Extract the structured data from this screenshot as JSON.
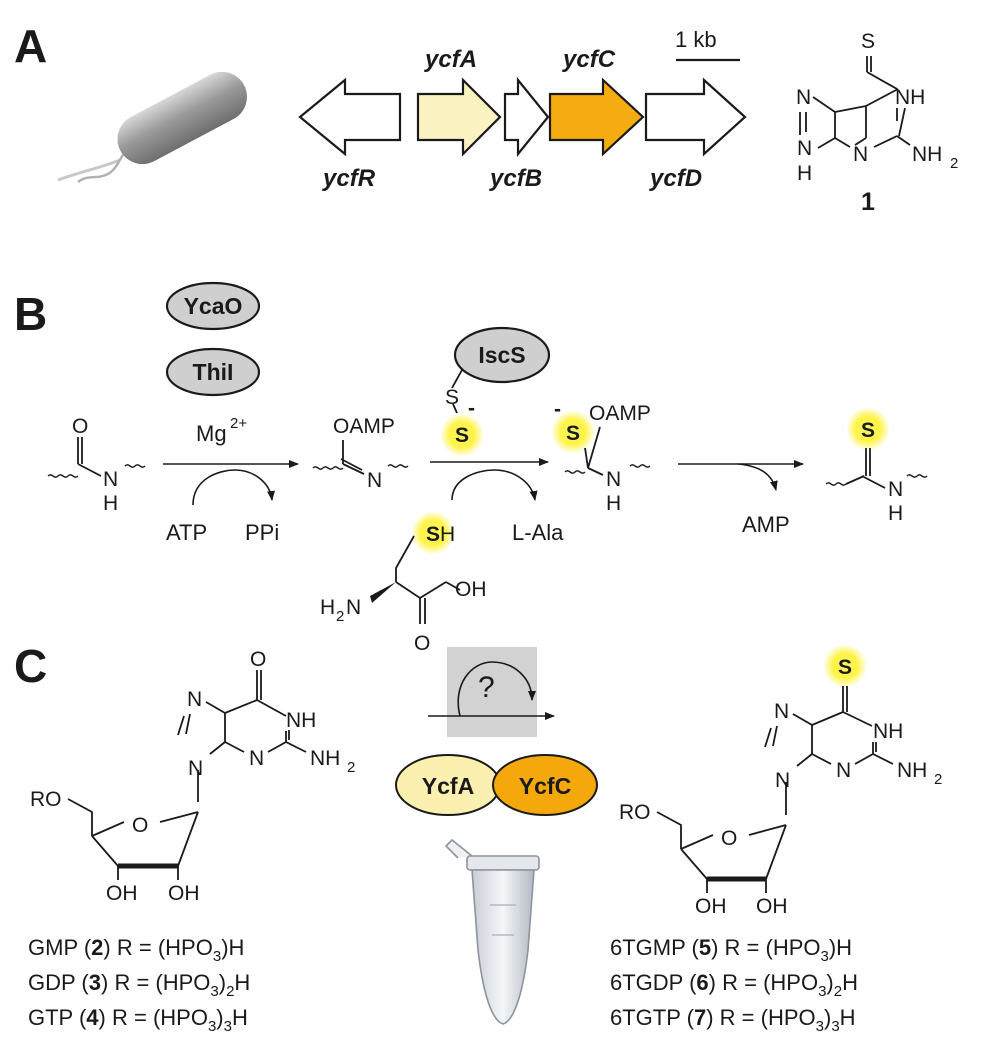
{
  "panels": {
    "a": "A",
    "b": "B",
    "c": "C"
  },
  "genes": {
    "ycfR": "ycfR",
    "ycfA": "ycfA",
    "ycfB": "ycfB",
    "ycfC": "ycfC",
    "ycfD": "ycfD",
    "scale_bar": "1 kb"
  },
  "gene_colors": {
    "ycfR": "#ffffff",
    "ycfA": "#fbf4c2",
    "ycfB": "#ffffff",
    "ycfC": "#f5ac10",
    "ycfD": "#ffffff",
    "outline": "#1a1a1a"
  },
  "compound_1": {
    "label": "1",
    "atoms": {
      "S": "S",
      "N7": "N",
      "N1H": "NH",
      "N9H_N": "N",
      "N9H_H": "H",
      "N3": "N",
      "NH2": "NH",
      "NH2_sub": "2"
    }
  },
  "panel_b": {
    "enzymes": {
      "ycaO": "YcaO",
      "thiI": "ThiI",
      "iscS": "IscS"
    },
    "cofactor": {
      "base": "Mg",
      "sup": "2+"
    },
    "substrate": {
      "O": "O",
      "N": "N",
      "H": "H"
    },
    "intermediate1": {
      "OAMP": "OAMP",
      "N": "N"
    },
    "persulfide": {
      "S1": "S",
      "S2": "S",
      "charge": "-"
    },
    "intermediate2": {
      "S": "S",
      "charge": "-",
      "OAMP": "OAMP",
      "N": "N",
      "H": "H"
    },
    "product": {
      "S": "S",
      "N": "N",
      "H": "H"
    },
    "side": {
      "atp": "ATP",
      "ppi": "PPi",
      "l_ala": "L-Ala",
      "amp": "AMP"
    },
    "cysteine": {
      "S": "S",
      "H": "H",
      "H2N_H": "H",
      "H2N_sub": "2",
      "H2N_N": "N",
      "OH": "OH",
      "O": "O"
    }
  },
  "panel_c": {
    "question": "?",
    "enzymes": {
      "ycfA": "YcfA",
      "ycfC": "YcfC"
    },
    "enzyme_colors": {
      "ycfA": "#fbf0b0",
      "ycfC": "#f5a80c"
    },
    "guanine": {
      "O": "O",
      "N7": "N",
      "NH": "NH",
      "N9": "N",
      "N3": "N",
      "NH2": "NH",
      "sub2": "2"
    },
    "thioguanine": {
      "S": "S",
      "N7": "N",
      "NH": "NH",
      "N9": "N",
      "N3": "N",
      "NH2": "NH",
      "sub2": "2"
    },
    "ribose": {
      "RO": "RO",
      "O": "O",
      "OH1": "OH",
      "OH2": "OH"
    },
    "substrates": [
      {
        "name": "GMP",
        "num": "2",
        "r_pre": "R = (HPO",
        "r_sub1": "3",
        "r_post": ")H",
        "r_sub2": ""
      },
      {
        "name": "GDP",
        "num": "3",
        "r_pre": "R = (HPO",
        "r_sub1": "3",
        "r_post": ")",
        "r_sub2": "2",
        "r_end": "H"
      },
      {
        "name": "GTP",
        "num": "4",
        "r_pre": "R = (HPO",
        "r_sub1": "3",
        "r_post": ")",
        "r_sub2": "3",
        "r_end": "H"
      }
    ],
    "products": [
      {
        "name": "6TGMP",
        "num": "5",
        "r_pre": "R = (HPO",
        "r_sub1": "3",
        "r_post": ")H",
        "r_sub2": ""
      },
      {
        "name": "6TGDP",
        "num": "6",
        "r_pre": "R = (HPO",
        "r_sub1": "3",
        "r_post": ")",
        "r_sub2": "2",
        "r_end": "H"
      },
      {
        "name": "6TGTP",
        "num": "7",
        "r_pre": "R = (HPO",
        "r_sub1": "3",
        "r_post": ")",
        "r_sub2": "3",
        "r_end": "H"
      }
    ],
    "paren_open": "(",
    "paren_close": ")"
  },
  "highlight_color": "#fff23a"
}
